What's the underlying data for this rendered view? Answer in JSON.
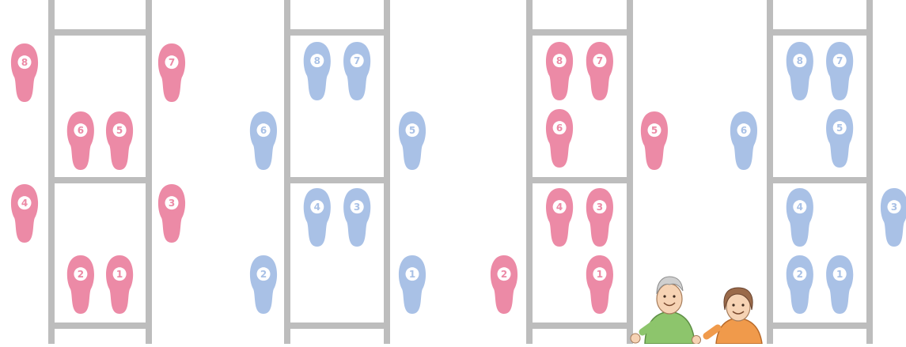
{
  "colors": {
    "pink": "#EC8AA6",
    "blue": "#A9C1E6",
    "ladder": "#BDBDBD",
    "number": "#ffffff"
  },
  "ladders": [
    {
      "name": "ladder-1",
      "color": "pink",
      "steps": [
        {
          "label": "8",
          "slot": "left-outside-upper"
        },
        {
          "label": "7",
          "slot": "right-outside-upper"
        },
        {
          "label": "6",
          "slot": "upper-cell-left"
        },
        {
          "label": "5",
          "slot": "upper-cell-right"
        },
        {
          "label": "4",
          "slot": "left-outside-lower"
        },
        {
          "label": "3",
          "slot": "right-outside-lower"
        },
        {
          "label": "2",
          "slot": "lower-cell-left"
        },
        {
          "label": "1",
          "slot": "lower-cell-right"
        }
      ]
    },
    {
      "name": "ladder-2",
      "color": "blue",
      "steps": [
        {
          "label": "8",
          "slot": "top-cell-left"
        },
        {
          "label": "7",
          "slot": "top-cell-right"
        },
        {
          "label": "6",
          "slot": "left-outside-upper"
        },
        {
          "label": "5",
          "slot": "right-outside-upper"
        },
        {
          "label": "4",
          "slot": "middle-cell-left"
        },
        {
          "label": "3",
          "slot": "middle-cell-right"
        },
        {
          "label": "2",
          "slot": "left-outside-lower"
        },
        {
          "label": "1",
          "slot": "right-outside-lower"
        }
      ]
    },
    {
      "name": "ladder-3",
      "color": "pink",
      "steps": [
        {
          "label": "8",
          "slot": "top-cell-left"
        },
        {
          "label": "7",
          "slot": "top-cell-right"
        },
        {
          "label": "6",
          "slot": "upper-cell-left-low"
        },
        {
          "label": "5",
          "slot": "right-outside-upper"
        },
        {
          "label": "4",
          "slot": "middle-cell-left"
        },
        {
          "label": "3",
          "slot": "middle-cell-right"
        },
        {
          "label": "2",
          "slot": "left-outside-lower"
        },
        {
          "label": "1",
          "slot": "lower-cell-right"
        }
      ]
    },
    {
      "name": "ladder-4",
      "color": "blue",
      "steps": [
        {
          "label": "8",
          "slot": "top-cell-left"
        },
        {
          "label": "7",
          "slot": "top-cell-right"
        },
        {
          "label": "6",
          "slot": "left-outside-upper"
        },
        {
          "label": "5",
          "slot": "upper-cell-right-low"
        },
        {
          "label": "4",
          "slot": "middle-cell-left"
        },
        {
          "label": "3",
          "slot": "right-outside-middle"
        },
        {
          "label": "2",
          "slot": "lower-cell-left"
        },
        {
          "label": "1",
          "slot": "lower-cell-right"
        }
      ]
    }
  ],
  "illustration": "two elderly people, one in a green shirt and one in an orange shirt"
}
